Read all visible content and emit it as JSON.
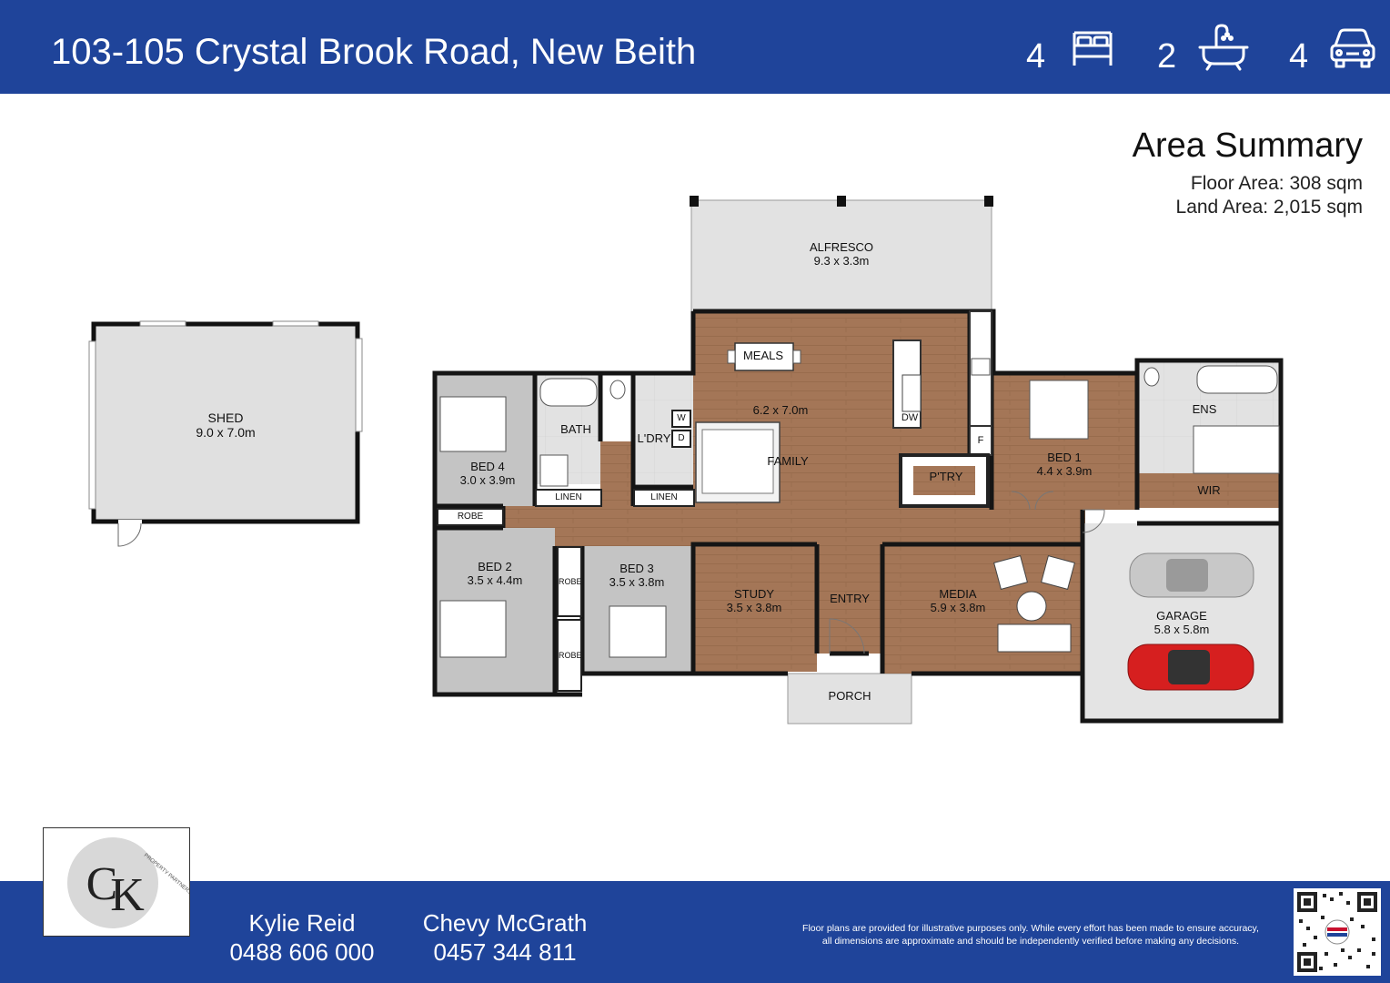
{
  "header": {
    "address": "103-105 Crystal Brook Road, New Beith",
    "bedrooms": "4",
    "bathrooms": "2",
    "car_spaces": "4"
  },
  "area_summary": {
    "title": "Area Summary",
    "floor_area": "Floor Area: 308 sqm",
    "land_area": "Land Area: 2,015 sqm"
  },
  "rooms": {
    "alfresco": {
      "name": "ALFRESCO",
      "dim": "9.3 x 3.3m"
    },
    "shed": {
      "name": "SHED",
      "dim": "9.0 x 7.0m"
    },
    "meals": {
      "name": "MEALS"
    },
    "family_dim": "6.2 x 7.0m",
    "family": {
      "name": "FAMILY"
    },
    "dw": "DW",
    "fridge": "F",
    "pantry": "P'TRY",
    "bath": "BATH",
    "laundry": "L'DRY",
    "washer": "W",
    "dryer": "D",
    "bed4": {
      "name": "BED 4",
      "dim": "3.0 x 3.9m"
    },
    "linen1": "LINEN",
    "linen2": "LINEN",
    "robe_bed4": "ROBE",
    "robe1": "ROBE",
    "robe2": "ROBE",
    "bed1": {
      "name": "BED 1",
      "dim": "4.4 x 3.9m"
    },
    "ens": "ENS",
    "wir": "WIR",
    "bed2": {
      "name": "BED 2",
      "dim": "3.5 x 4.4m"
    },
    "bed3": {
      "name": "BED 3",
      "dim": "3.5 x 3.8m"
    },
    "study": {
      "name": "STUDY",
      "dim": "3.5 x 3.8m"
    },
    "entry": "ENTRY",
    "media": {
      "name": "MEDIA",
      "dim": "5.9 x 3.8m"
    },
    "garage": {
      "name": "GARAGE",
      "dim": "5.8 x 5.8m"
    },
    "porch": "PORCH"
  },
  "footer": {
    "agent1": {
      "name": "Kylie Reid",
      "phone": "0488 606 000"
    },
    "agent2": {
      "name": "Chevy McGrath",
      "phone": "0457 344 811"
    },
    "disclaimer_line1": "Floor plans are provided for illustrative purposes only. While every effort has been made to ensure accuracy,",
    "disclaimer_line2": "all dimensions are approximate and should be independently verified before making any decisions.",
    "logo_ring_text": "PROPERTY PARTNERS",
    "logo_monogram": "CK"
  },
  "colors": {
    "header_bg": "#1f449a",
    "floor_wood": "#a47657",
    "floor_tile": "#d9d9d9"
  },
  "icons": [
    "bed-icon",
    "bath-icon",
    "car-icon",
    "qr-code-icon"
  ]
}
